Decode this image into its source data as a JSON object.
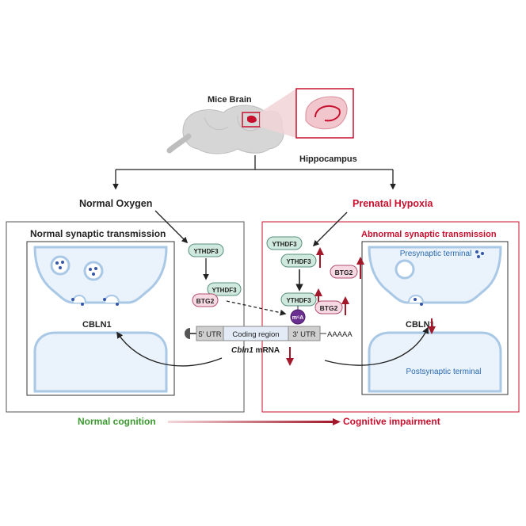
{
  "brain": {
    "title": "Mice Brain",
    "region_label": "Hippocampus"
  },
  "conditions": {
    "normal": "Normal Oxygen",
    "hypoxia": "Prenatal Hypoxia"
  },
  "panels": {
    "normal_title": "Normal synaptic transmission",
    "abnormal_title": "Abnormal synaptic transmission",
    "presynaptic_label": "Presynaptic terminal",
    "postsynaptic_label": "Postsynaptic terminal",
    "cbln1_left": "CBLN1",
    "cbln1_right": "CBLN1"
  },
  "proteins": {
    "ythdf3": "YTHDF3",
    "btg2": "BTG2",
    "m6a": "m⁶A"
  },
  "mrna": {
    "utr5": "5' UTR",
    "coding": "Coding region",
    "utr3": "3' UTR",
    "polya": "AAAAA",
    "gene": "Cbln1",
    "suffix": " mRNA"
  },
  "outcomes": {
    "normal": "Normal cognition",
    "impaired": "Cognitive impairment"
  },
  "colors": {
    "hypoxia_red": "#c8102e",
    "arrow_red": "#a3182a",
    "green": "#3a9a2e",
    "terminal_blue": "#2a6bb0",
    "ythdf3_fill": "#cfe9df",
    "btg2_fill": "#f7d9e3"
  }
}
